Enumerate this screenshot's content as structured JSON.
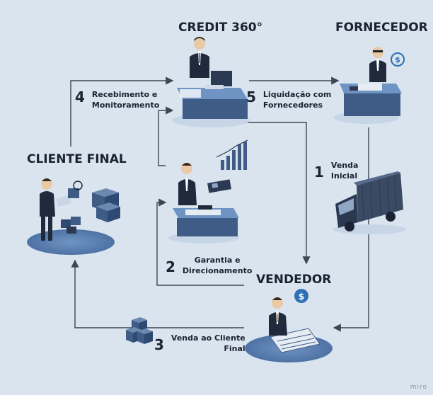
{
  "nodes": {
    "credit360": "CREDIT 360°",
    "fornecedor": "FORNECEDOR",
    "cliente_final": "CLIENTE FINAL",
    "vendedor": "VENDEDOR"
  },
  "steps": [
    {
      "num": "1",
      "line1": "Venda",
      "line2": "Inicial"
    },
    {
      "num": "2",
      "line1": "Garantia e",
      "line2": "Direcionamento"
    },
    {
      "num": "3",
      "line1": "Venda ao Cliente",
      "line2": "Final"
    },
    {
      "num": "4",
      "line1": "Recebimento e",
      "line2": "Monitoramento"
    },
    {
      "num": "5",
      "line1": "Liquidação com",
      "line2": "Fornecedores"
    }
  ],
  "icons": {
    "dollar_symbol": "$"
  },
  "watermark": "miro",
  "colors": {
    "background": "#d9e4ef",
    "arrow": "#3d4652",
    "platform": "#5a7fb0",
    "desk": "#3f5c87",
    "suit": "#1f2a3d"
  }
}
